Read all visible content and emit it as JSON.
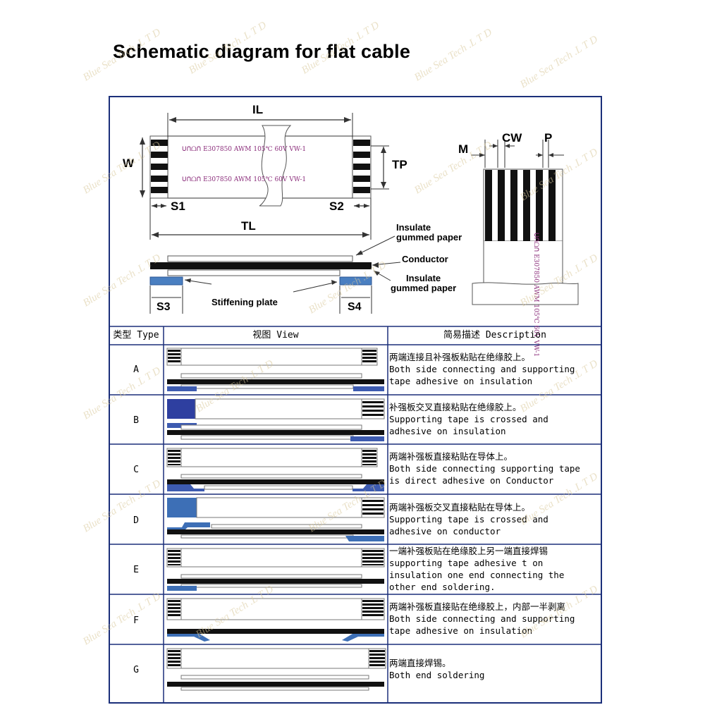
{
  "title": "Schematic diagram for flat cable",
  "top_diagram": {
    "labels": {
      "il": "IL",
      "w": "W",
      "tp": "TP",
      "s1": "S1",
      "s2": "S2",
      "tl": "TL",
      "m": "M",
      "cw": "CW",
      "p": "P",
      "insulate_top": "Insulate\ngummed paper",
      "conductor": "Conductor",
      "insulate_bottom": "Insulate\ngummed paper",
      "stiffening": "Stiffening plate",
      "s3": "S3",
      "s4": "S4"
    },
    "cable_print": [
      "ᑌᑎᗝᑎ E307850  AWM  105℃ 60V VW-1",
      "ᑌᑎᗝᑎ E307850  AWM  105℃ 60V VW-1"
    ],
    "colors": {
      "stiffener": "#4a7fc1",
      "conductor": "#111111",
      "print": "#8a2c7a"
    }
  },
  "table": {
    "headers": {
      "type": "类型 Type",
      "view": "视图 View",
      "desc": "简易描述 Description"
    },
    "rows": [
      {
        "type": "A",
        "cn": "两端连接且补强板粘贴在绝缘胶上。",
        "en": "Both side connecting and supporting\ntape adhesive on insulation"
      },
      {
        "type": "B",
        "cn": "补强板交叉直接粘贴在绝缘胶上。",
        "en": "Supporting tape is crossed and\nadhesive on insulation"
      },
      {
        "type": "C",
        "cn": "两端补强板直接粘贴在导体上。",
        "en": "Both side connecting supporting tape\nis direct adhesive on Conductor"
      },
      {
        "type": "D",
        "cn": "两端补强板交叉直接粘贴在导体上。",
        "en": "Supporting tape is crossed and\nadhesive on conductor"
      },
      {
        "type": "E",
        "cn": "一端补强板贴在绝缘胶上另一端直接焊锡",
        "en": "supporting tape adhesive t on\ninsulation one end connecting the\nother end soldering."
      },
      {
        "type": "F",
        "cn": "两端补强板直接贴在绝缘胶上，内部一半剥离",
        "en": "Both side connecting and supporting\ntape adhesive on insulation"
      },
      {
        "type": "G",
        "cn": "两端直接焊锡。",
        "en": "Both end soldering"
      }
    ]
  },
  "watermark": "Blue Sea Tech .L T D"
}
